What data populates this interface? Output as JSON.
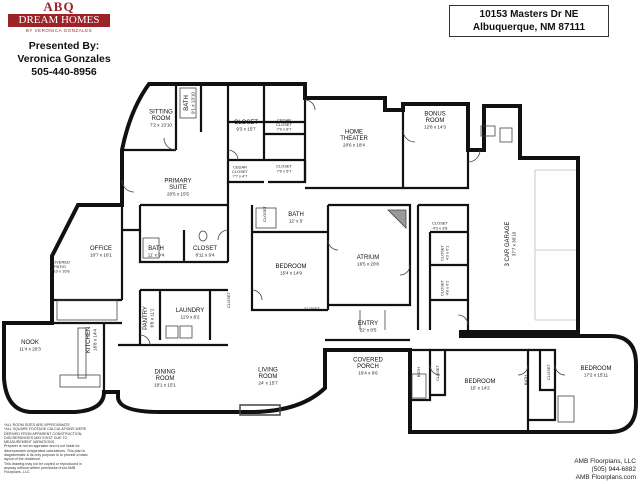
{
  "logo": {
    "brand": "ABQ",
    "name": "DREAM HOMES",
    "tagline": "BY VERONICA GONZALES"
  },
  "presented": {
    "line1": "Presented By:",
    "line2": "Veronica Gonzales",
    "line3": "505-440-8956"
  },
  "address": {
    "line1": "10153 Masters Dr NE",
    "line2": "Albuquerque, NM 87111"
  },
  "notes": [
    "*ALL ROOM SIZES ARE APPROXIMATE",
    "*ALL SQUARE FOOTAGE CALCULATIONS WERE",
    "DERIVED FROM APPARENT CONSTRUCTION.",
    "DISCREPANCIES MAY EXIST DUE TO",
    "MEASUREMENT VARIATIONS.",
    "Preparer is not an appraiser and is not liable for",
    "discrepancies w/appraisal calculations. This plan is",
    "diagrammatic & its only purpose is to provide a basic",
    "layout of the residence.",
    "This drawing may not be copied or reproduced in",
    "anyway without written permission from AMB",
    "Floorplans, LLC."
  ],
  "credit": {
    "line1": "AMB Floorplans, LLC",
    "line2": "(505) 944-6882",
    "line3": "AMB Floorplans.com"
  },
  "rooms": [
    {
      "id": "sitting-room",
      "name": "SITTING",
      "name2": "ROOM",
      "dims": "7'2 x 13'10"
    },
    {
      "id": "bath-top",
      "name": "BATH",
      "dims": "9'1 x 13'10"
    },
    {
      "id": "closet-top",
      "name": "CLOSET",
      "dims": "9'3 x 15'7"
    },
    {
      "id": "cedar-closet-1",
      "name": "CEDAR",
      "name2": "CLOSET",
      "dims": "7'9 x 6'7"
    },
    {
      "id": "closet-small",
      "name": "CLOSET",
      "dims": "7'9 x 5'7"
    },
    {
      "id": "cedar-closet-2",
      "name": "CEDAR",
      "name2": "CLOSET",
      "dims": "7'7 x 4'7"
    },
    {
      "id": "home-theater",
      "name": "HOME",
      "name2": "THEATER",
      "dims": "20'6 x 18'4"
    },
    {
      "id": "bonus-room",
      "name": "BONUS",
      "name2": "ROOM",
      "dims": "12'8 x 14'3"
    },
    {
      "id": "primary-suite",
      "name": "PRIMARY",
      "name2": "SUITE",
      "dims": "20'5 x 15'5"
    },
    {
      "id": "office",
      "name": "OFFICE",
      "dims": "10'7 x 16'1"
    },
    {
      "id": "covered-patio",
      "name": "COVERED",
      "name2": "PATIO",
      "dims": "6'10 x 16'8"
    },
    {
      "id": "bath-primary",
      "name": "BATH",
      "dims": "11' x 9'4"
    },
    {
      "id": "closet-primary",
      "name": "CLOSET",
      "dims": "8'11 x 9'4"
    },
    {
      "id": "bath-mid",
      "name": "BATH",
      "dims": "12' x 5'"
    },
    {
      "id": "bedroom-mid",
      "name": "BEDROOM",
      "dims": "15'4 x 14'9"
    },
    {
      "id": "atrium",
      "name": "ATRIUM",
      "dims": "16'5 x 20'8"
    },
    {
      "id": "garage",
      "name": "3 CAR GARAGE",
      "dims": "37'7 x 30'10"
    },
    {
      "id": "closet-g1",
      "name": "CLOSET",
      "dims": "4'3 x 3'8"
    },
    {
      "id": "closet-g2",
      "name": "CLOSET",
      "dims": "4'3 x 6'1"
    },
    {
      "id": "closet-g3",
      "name": "CLOSET",
      "dims": "4'8 x 6'2"
    },
    {
      "id": "pantry",
      "name": "PANTRY",
      "dims": "6'8 x 11'2"
    },
    {
      "id": "laundry",
      "name": "LAUNDRY",
      "dims": "11'9 x 8'2"
    },
    {
      "id": "nook",
      "name": "NOOK",
      "dims": "11'4 x 20'3"
    },
    {
      "id": "kitchen",
      "name": "KITCHEN",
      "dims": "16'8 x 14'4"
    },
    {
      "id": "entry",
      "name": "ENTRY",
      "dims": "22' x 8'5"
    },
    {
      "id": "dining-room",
      "name": "DINING",
      "name2": "ROOM",
      "dims": "19'1 x 15'1"
    },
    {
      "id": "living-room",
      "name": "LIVING",
      "name2": "ROOM",
      "dims": "24' x 15'7"
    },
    {
      "id": "covered-porch",
      "name": "COVERED",
      "name2": "PORCH",
      "dims": "16'4 x 6'6"
    },
    {
      "id": "bedroom-2",
      "name": "BEDROOM",
      "dims": "15' x 14'2"
    },
    {
      "id": "bedroom-3",
      "name": "BEDROOM",
      "dims": "17'2 x 15'11"
    },
    {
      "id": "bath-b2",
      "name": "BATH"
    },
    {
      "id": "bath-b3",
      "name": "BATH"
    },
    {
      "id": "closet-b2",
      "name": "CLOSET"
    },
    {
      "id": "closet-b3",
      "name": "CLOSET"
    },
    {
      "id": "closet-mid",
      "name": "CLOSET"
    },
    {
      "id": "closet-bath",
      "name": "CLOSET"
    },
    {
      "id": "closet-primary-2",
      "name": "CLOSET"
    }
  ]
}
